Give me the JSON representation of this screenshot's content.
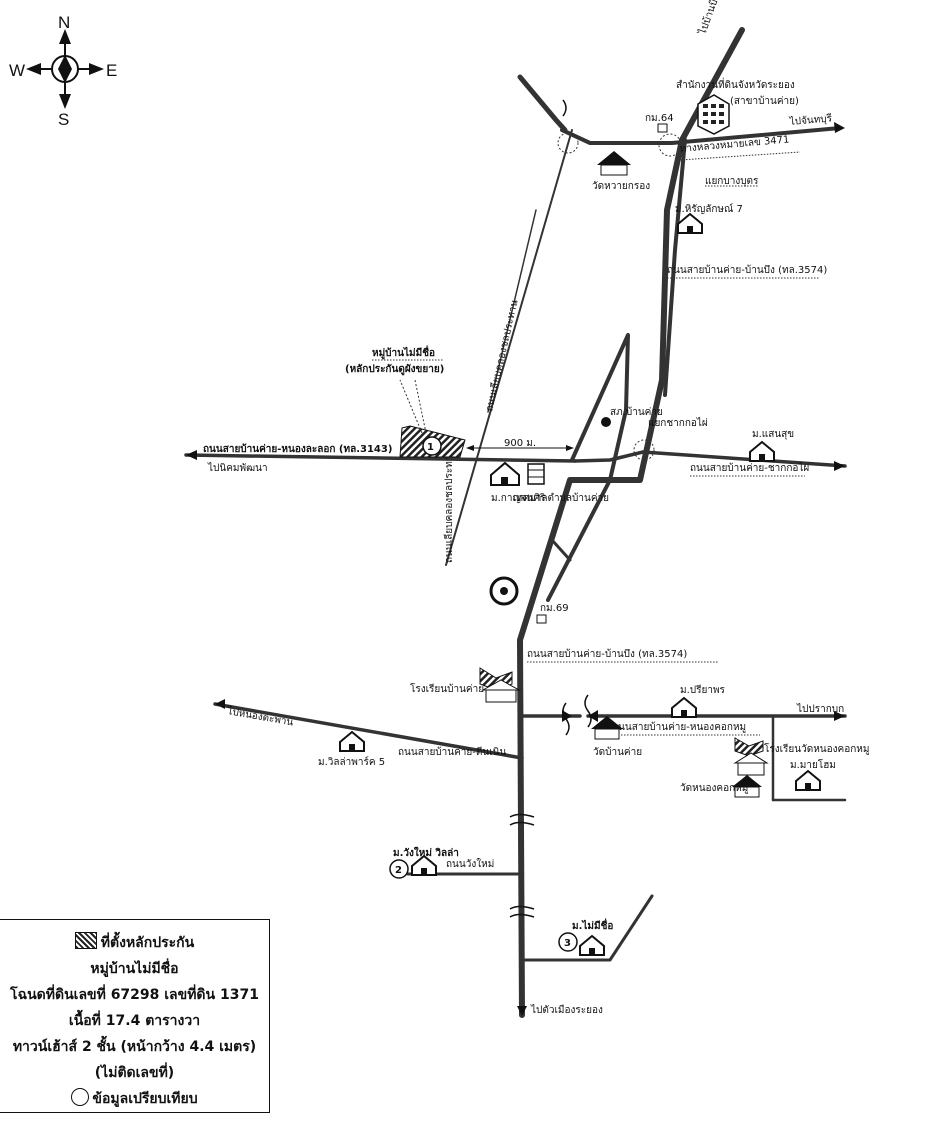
{
  "compass": {
    "n": "N",
    "s": "S",
    "e": "E",
    "w": "W"
  },
  "roads": {
    "r3143": "ถนนสายบ้านค่าย-หนองละลอก (ทล.3143)",
    "r3574_n": "ถนนสายบ้านค่าย-บ้านบึง (ทล.3574)",
    "r3574_s": "ถนนสายบ้านค่าย-บ้านบึง (ทล.3574)",
    "hwy3471": "ทางหลวงหมายเลข 3471",
    "chakkhai": "ถนนสายบ้านค่าย-ชากกอไผ่",
    "nongkok": "ถนนสายบ้านค่าย-หนองคอกหมู",
    "tinnoen": "ถนนสายบ้านค่าย-ตีนเนิน",
    "wangmai": "ถนนวังใหม่",
    "local_v1": "ถนนเลียบคลองชลประทาน",
    "local_v2": "ถนนเลียบคลองชลประทาน"
  },
  "directions": {
    "to_banbueng": "ไปบ้านบึง",
    "to_chanthaburi": "ไปจันทบุรี",
    "to_nikhom": "ไปนิคมพัฒนา",
    "to_nongtaphan": "ไปหนองตะพาน",
    "to_pluakdaeng": "ไปปรากบก",
    "to_rayong": "ไปตัวเมืองระยอง"
  },
  "places": {
    "land_office": "สำนักงานที่ดินจังหวัดระยอง",
    "land_office_sub": "(สาขาบ้านค่าย)",
    "km64": "กม.64",
    "km69": "กม.69",
    "wat_nongkrong": "วัดหวายกรอง",
    "yaek_bangbut": "แยกบางบุตร",
    "m_hiran": "ม.หิรัญลักษณ์ 7",
    "subject_title": "หมู่บ้านไม่มีชื่อ",
    "subject_sub": "(หลักประกันดูผังขยาย)",
    "police": "สภ.บ้านค่าย",
    "yaek_chak": "แยกชากกอไผ่",
    "m_saensuk": "ม.แสนสุข",
    "dist": "900 ม.",
    "m_kanchana": "ม.กาญจนศิริ",
    "municipality": "เทศบาลตำบลบ้านค่าย",
    "school_bankhai": "โรงเรียนบ้านค่าย",
    "m_preeyaporn": "ม.ปรียาพร",
    "wat_bankhai": "วัดบ้านค่าย",
    "school_nongkok": "โรงเรียนวัดหนองคอกหมู",
    "m_mayhom": "ม.มายโฮม",
    "wat_nongkok": "วัดหนองคอกหมู",
    "m_villa": "ม.วิลล่าพาร์ค 5",
    "m_wangmai": "ม.วังใหม่ วิลล่า",
    "m_nameless": "ม.ไม่มีชื่อ",
    "num1": "1",
    "num2": "2",
    "num3": "3"
  },
  "legend": {
    "l1": "ที่ตั้งหลักประกัน",
    "l2": "หมู่บ้านไม่มีชื่อ",
    "l3": "โฉนดที่ดินเลขที่ 67298 เลขที่ดิน 1371",
    "l4": "เนื้อที่ 17.4 ตารางวา",
    "l5": "ทาวน์เฮ้าส์ 2 ชั้น (หน้ากว้าง 4.4 เมตร)",
    "l6": "(ไม่ติดเลขที่)",
    "l7": "ข้อมูลเปรียบเทียบ"
  }
}
